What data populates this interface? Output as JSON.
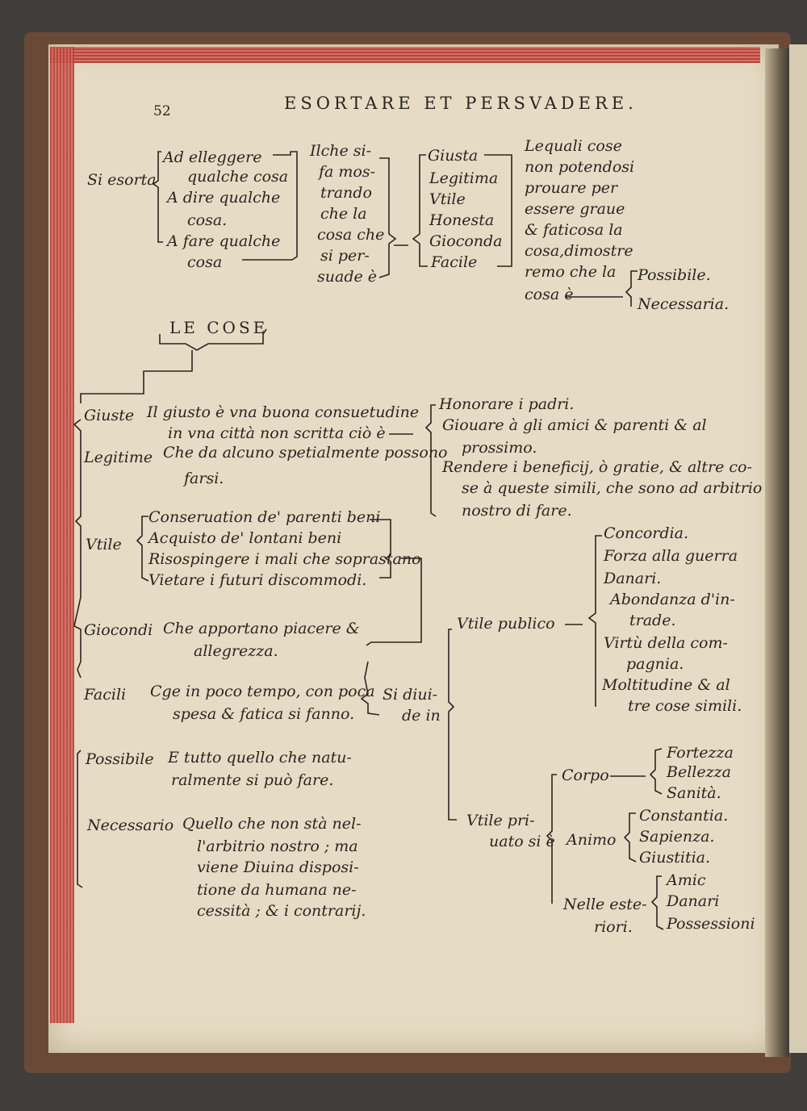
{
  "header": {
    "page_number": "52",
    "running_title": "ESORTARE ET PERSVADERE."
  },
  "top_table": {
    "si_esorta": "Si esorta",
    "left_col": [
      "Ad elleggere",
      "qualche cosa",
      "A dire qualche",
      "cosa.",
      "A fare qualche",
      "cosa"
    ],
    "middle_col": [
      "Ilche si-",
      "fa mos-",
      "trando",
      "che la",
      "cosa che",
      "si per-",
      "suade è"
    ],
    "qualities": [
      "Giusta",
      "Legitima",
      "Vtile",
      "Honesta",
      "Gioconda",
      "Facile"
    ],
    "right_text": [
      "Lequali cose",
      "non potendosi",
      "prouare per",
      "essere graue",
      "& faticosa la",
      "cosa,dimostre",
      "remo che la",
      "cosa è"
    ],
    "outcomes": [
      "Possibile.",
      "Necessaria."
    ]
  },
  "le_cose": "LE COSE",
  "definitions": {
    "giuste_label": "Giuste",
    "giuste_text": [
      "Il giusto è vna buona consuetudine",
      "in vna città non scritta ciò è"
    ],
    "legitime_label": "Legitime",
    "legitime_text": [
      "Che da alcuno spetialmente possono",
      "farsi."
    ],
    "vtile_label": "Vtile",
    "vtile_items": [
      "Conseruation de' parenti beni",
      "Acquisto de' lontani beni",
      "Risospingere i mali che soprastano",
      "Vietare i futuri discommodi."
    ],
    "giocondi_label": "Giocondi",
    "giocondi_text": [
      "Che apportano piacere &",
      "allegrezza."
    ],
    "facili_label": "Facili",
    "facili_text": [
      "Cge in poco tempo, con poca",
      "spesa & fatica si fanno."
    ],
    "possibile_label": "Possibile",
    "possibile_text": [
      "E tutto quello che natu-",
      "ralmente si può fare."
    ],
    "necessario_label": "Necessario",
    "necessario_text": [
      "Quello che non stà nel-",
      "l'arbitrio nostro ; ma",
      "viene Diuina disposi-",
      "tione da humana ne-",
      "cessità ; & i contrarij."
    ]
  },
  "honorare": [
    "Honorare i padri.",
    "Giouare à gli amici & parenti & al",
    "prossimo.",
    "Rendere i beneficij, ò gratie, & altre co-",
    "se à queste simili, che sono ad arbitrio",
    "nostro di fare."
  ],
  "divisione": {
    "si_diuide_in": [
      "Si diui-",
      "de in"
    ],
    "vtile_publico": "Vtile publico",
    "publico_items": [
      "Concordia.",
      "Forza alla guerra",
      "Danari.",
      "Abondanza d'in-",
      "trade.",
      "Virtù della com-",
      "pagnia.",
      "Moltitudine & al",
      "tre cose simili."
    ],
    "vtile_priuato": [
      "Vtile pri-",
      "uato si è"
    ],
    "corpo": "Corpo",
    "corpo_items": [
      "Fortezza",
      "Bellezza",
      "Sanità."
    ],
    "animo": "Animo",
    "animo_items": [
      "Constantia.",
      "Sapienza.",
      "Giustitia."
    ],
    "esteriori": [
      "Nelle este-",
      "riori."
    ],
    "esteriori_items": [
      "Amic",
      "Danari",
      "Possessioni"
    ]
  }
}
